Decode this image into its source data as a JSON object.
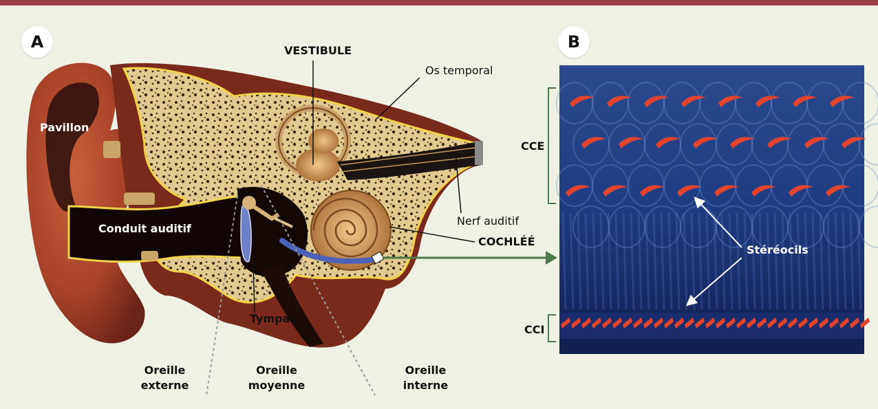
{
  "colors": {
    "top_bar": "#9d3d47",
    "panel_bg": "#eef1e4",
    "arrow_green": "#4d7a4a",
    "hair_cell_red": "#e2432f",
    "micrograph_blue": "#1f3f86"
  },
  "panel_a": {
    "letter": "A",
    "labels": {
      "vestibule": "VESTIBULE",
      "os_temporal": "Os temporal",
      "pavillon": "Pavillon",
      "conduit_auditif": "Conduit auditif",
      "nerf_auditif": "Nerf auditif",
      "cochlee": "COCHLÉÉ",
      "tympan": "Tympan"
    },
    "regions": {
      "externe": [
        "Oreille",
        "externe"
      ],
      "moyenne": [
        "Oreille",
        "moyenne"
      ],
      "interne": [
        "Oreille",
        "interne"
      ]
    }
  },
  "panel_b": {
    "letter": "B",
    "labels": {
      "cce": "CCE",
      "cci": "CCI",
      "stereocils": "Stéréocils"
    }
  }
}
